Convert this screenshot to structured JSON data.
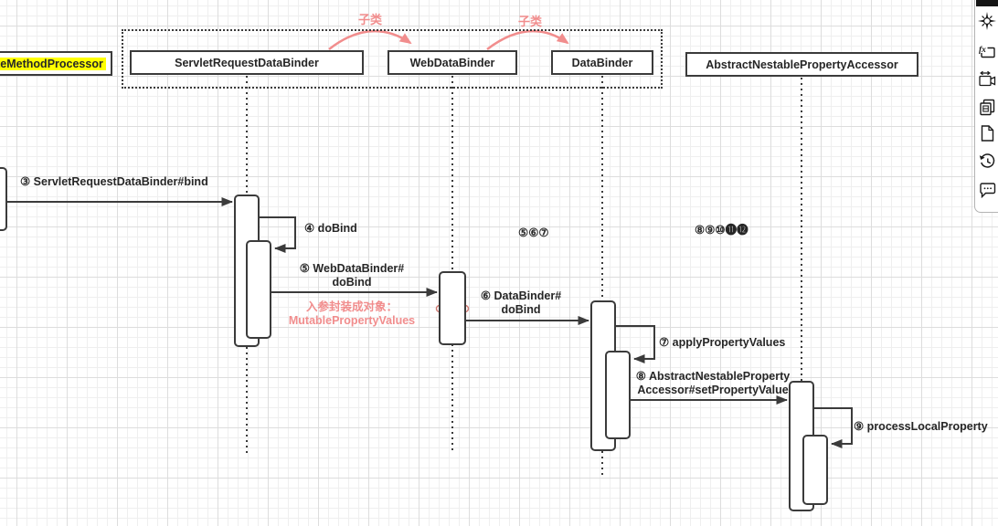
{
  "canvas": {
    "participants": [
      {
        "name": "teMethodProcessor",
        "highlighted": true
      },
      {
        "name": "ServletRequestDataBinder"
      },
      {
        "name": "WebDataBinder"
      },
      {
        "name": "DataBinder"
      },
      {
        "name": "AbstractNestablePropertyAccessor"
      }
    ],
    "relation_labels": [
      {
        "text": "子类"
      },
      {
        "text": "子类"
      }
    ],
    "messages": {
      "m3": "③ ServletRequestDataBinder#bind",
      "m4": "④ doBind",
      "m5": "⑤ WebDataBinder#\ndoBind",
      "m5_note": "入参封装成对象：\nMutablePropertyValues",
      "m6": "⑥ DataBinder#\ndoBind",
      "m7": "⑦ applyPropertyValues",
      "m8": "⑧ AbstractNestableProperty\nAccessor#setPropertyValue",
      "m9": "⑨ processLocalProperty",
      "group_a": "⑤⑥⑦",
      "group_b": "⑧⑨⑩⓫⓬"
    },
    "colors": {
      "accent_pink": "#f18d8d",
      "highlight_yellow": "#ffff00",
      "line_dark": "#3b3b3b"
    }
  },
  "toolbar": {
    "icons": [
      {
        "name": "compass"
      },
      {
        "name": "formula-fx"
      },
      {
        "name": "camera"
      },
      {
        "name": "copy"
      },
      {
        "name": "new-page"
      },
      {
        "name": "history"
      },
      {
        "name": "comment"
      }
    ]
  }
}
